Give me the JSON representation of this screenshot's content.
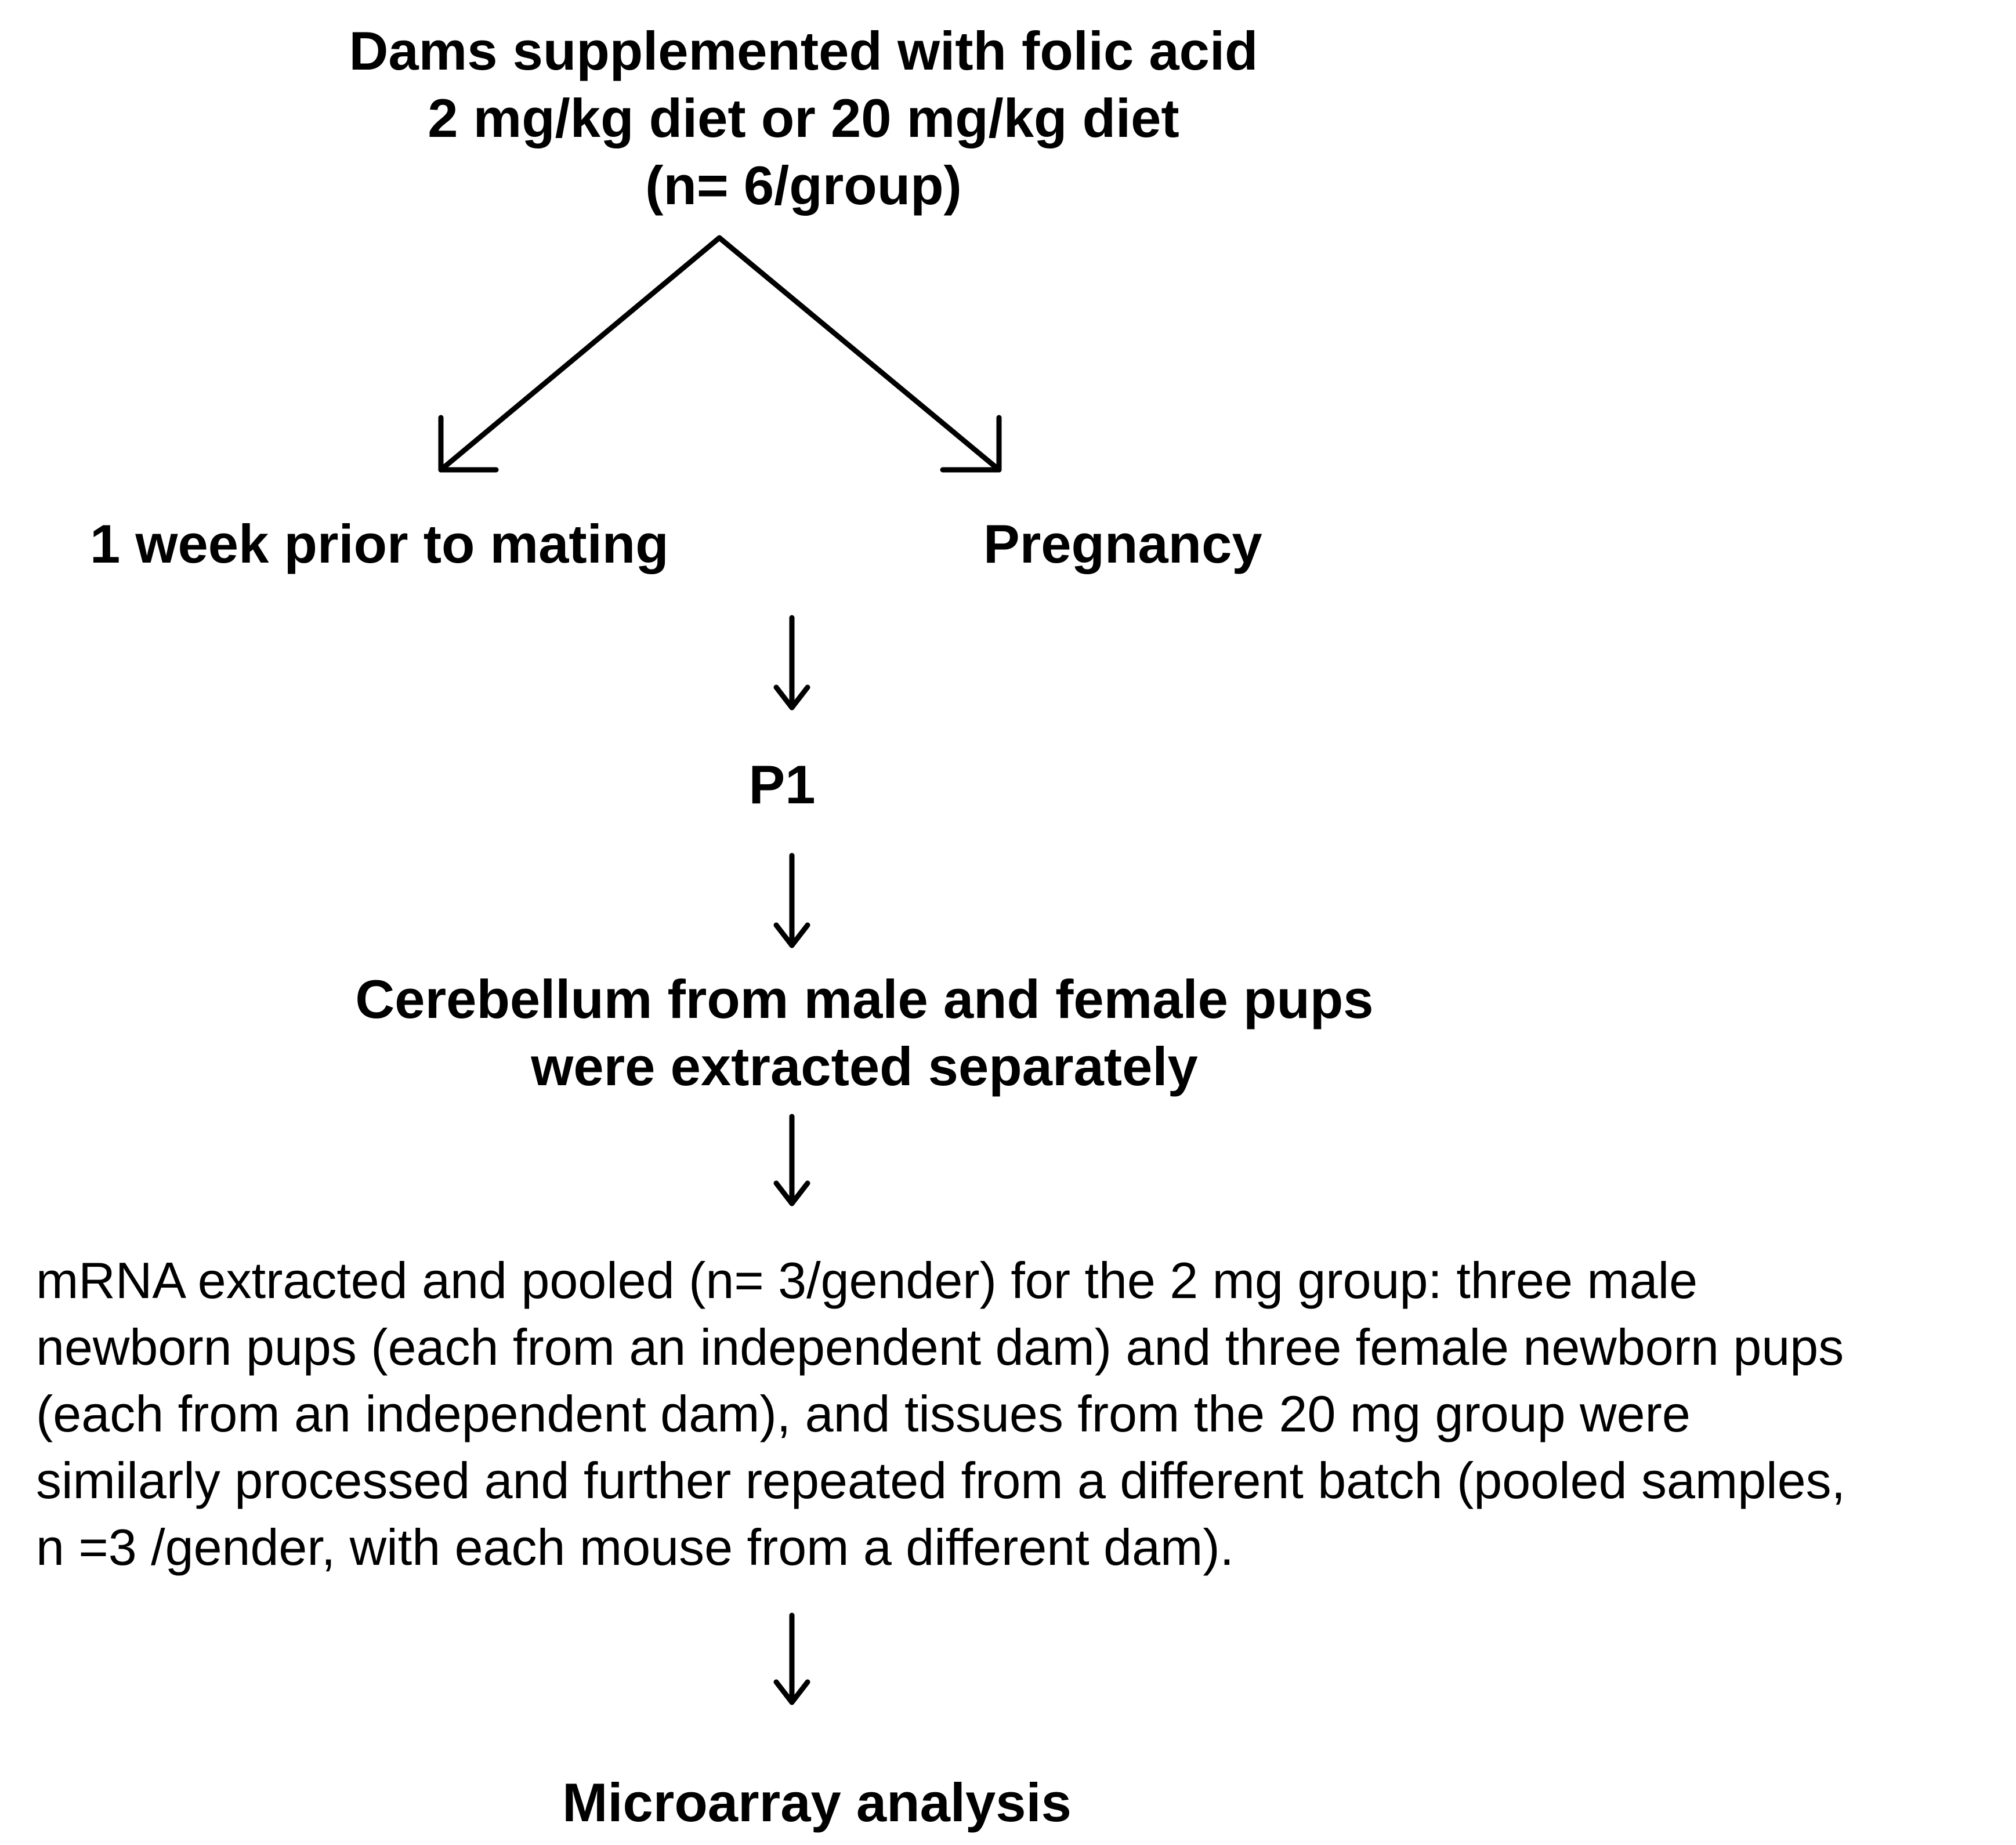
{
  "diagram": {
    "title_lines": [
      "Dams supplemented with folic acid",
      "2 mg/kg diet or 20 mg/kg diet",
      "(n= 6/group)"
    ],
    "branch_left": "1 week prior to mating",
    "branch_right": "Pregnancy",
    "step_p1": "P1",
    "step_cerebellum_lines": [
      "Cerebellum from  male and female pups",
      "were extracted  separately"
    ],
    "step_mrna_lines": [
      "mRNA  extracted and pooled (n= 3/gender) for the 2 mg group: three male",
      "newborn pups (each from an independent dam) and three female newborn pups",
      "(each from an independent dam), and tissues from the 20 mg group were",
      "similarly processed and further repeated from a different batch (pooled samples,",
      "n =3 /gender, with each mouse from a different dam)."
    ],
    "step_final": "Microarray analysis"
  }
}
